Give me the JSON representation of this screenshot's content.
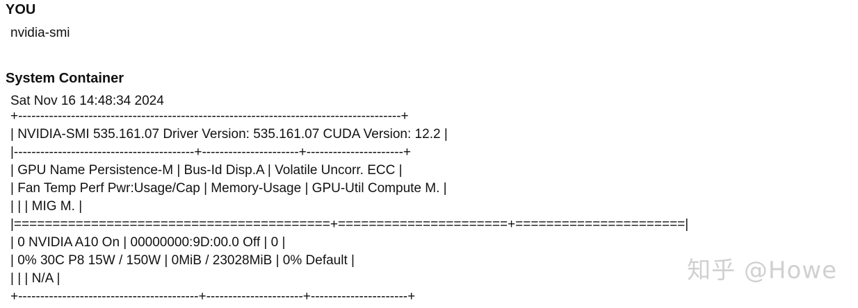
{
  "conversation": {
    "user_label": "YOU",
    "user_message": "nvidia-smi",
    "system_label": "System Container",
    "output_lines": [
      "Sat Nov 16 14:48:34 2024",
      "+---------------------------------------------------------------------------------------+",
      "| NVIDIA-SMI 535.161.07 Driver Version: 535.161.07 CUDA Version: 12.2 |",
      "|-----------------------------------------+----------------------+----------------------+",
      "| GPU Name Persistence-M | Bus-Id Disp.A | Volatile Uncorr. ECC |",
      "| Fan Temp Perf Pwr:Usage/Cap | Memory-Usage | GPU-Util Compute M. |",
      "| | | MIG M. |",
      "|=========================================+======================+======================|",
      "| 0 NVIDIA A10 On | 00000000:9D:00.0 Off | 0 |",
      "| 0% 30C P8 15W / 150W | 0MiB / 23028MiB | 0% Default |",
      "| | | N/A |",
      "+-----------------------------------------+----------------------+----------------------+"
    ]
  },
  "watermark": {
    "text": "知乎 @Howe"
  }
}
